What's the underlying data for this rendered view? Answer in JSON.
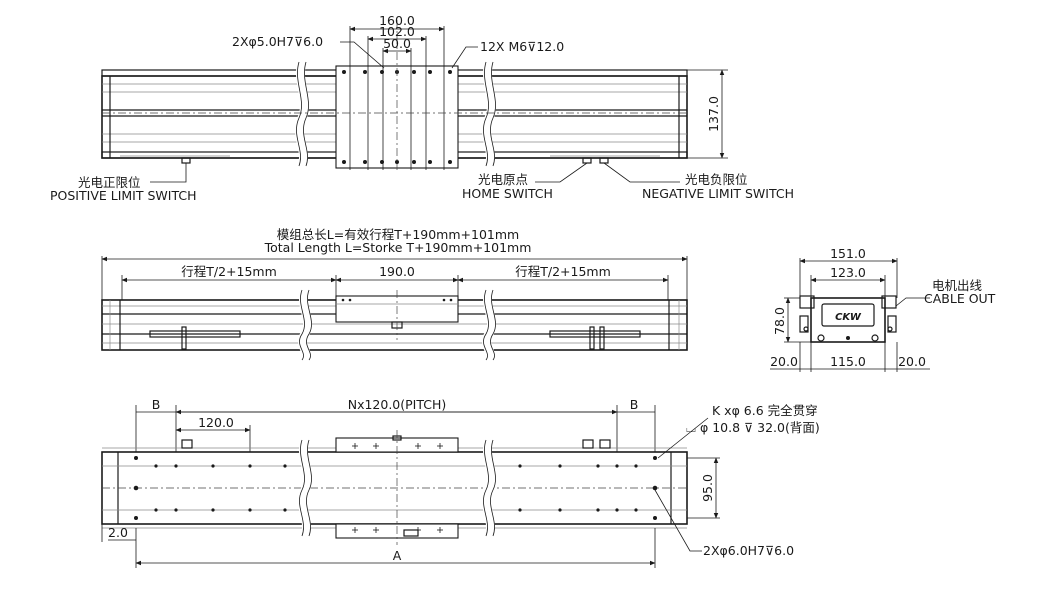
{
  "top_view": {
    "dim_160": "160.0",
    "dim_102": "102.0",
    "dim_50": "50.0",
    "pin_hole_callout": "2Xφ5.0H7⊽6.0",
    "tap_callout": "12X M6⊽12.0",
    "dim_137": "137.0",
    "positive_limit_cn": "光电正限位",
    "positive_limit_en": "POSITIVE LIMIT SWITCH",
    "home_cn": "光电原点",
    "home_en": "HOME  SWITCH",
    "negative_limit_cn": "光电负限位",
    "negative_limit_en": "NEGATIVE  LIMIT  SWITCH"
  },
  "side_view": {
    "total_length_cn": "模组总长L=有效行程T+190mm+101mm",
    "total_length_en": "Total Length L=Storke T+190mm+101mm",
    "stroke_left": "行程T/2+15mm",
    "carriage_len": "190.0",
    "stroke_right": "行程T/2+15mm"
  },
  "end_view": {
    "dim_151": "151.0",
    "dim_123": "123.0",
    "dim_78": "78.0",
    "dim_20_left": "20.0",
    "dim_115": "115.0",
    "dim_20_right": "20.0",
    "cable_out_cn": "电机出线",
    "cable_out_en": "CABLE OUT",
    "logo_text": "CKW"
  },
  "bottom_view": {
    "dim_b_left": "B",
    "pitch": "Nx120.0(PITCH)",
    "dim_b_right": "B",
    "dim_120": "120.0",
    "thru_hole": "K xφ 6.6 完全贯穿",
    "counterbore": "⌴ φ 10.8 ⊽ 32.0(背面)",
    "dim_95": "95.0",
    "dim_2": "2.0",
    "dim_a": "A",
    "pin_hole_callout": "2Xφ6.0H7⊽6.0"
  }
}
